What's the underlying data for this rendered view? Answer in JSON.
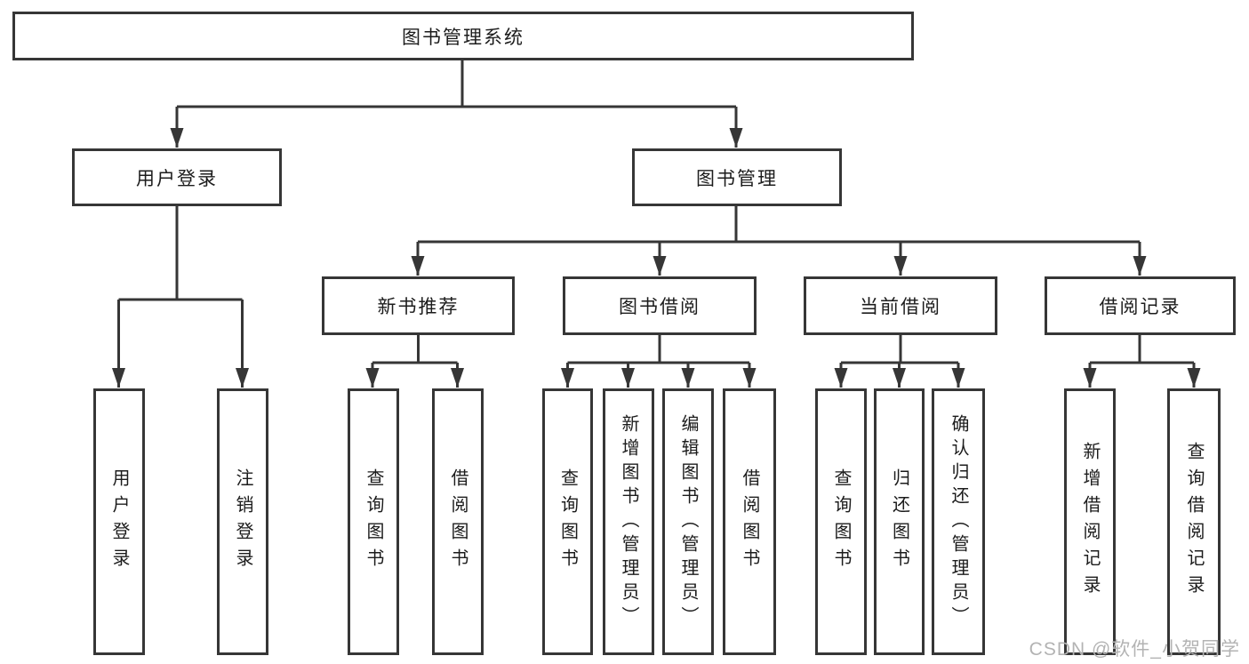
{
  "tree": {
    "root": {
      "label": "图书管理系统"
    },
    "branches": [
      {
        "label": "用户登录",
        "children": [
          {
            "label": "用户登录"
          },
          {
            "label": "注销登录"
          }
        ]
      },
      {
        "label": "图书管理",
        "children": [
          {
            "label": "新书推荐",
            "children": [
              {
                "label": "查询图书"
              },
              {
                "label": "借阅图书"
              }
            ]
          },
          {
            "label": "图书借阅",
            "children": [
              {
                "label": "查询图书"
              },
              {
                "label": "新增图书（管理员）"
              },
              {
                "label": "编辑图书（管理员）"
              },
              {
                "label": "借阅图书"
              }
            ]
          },
          {
            "label": "当前借阅",
            "children": [
              {
                "label": "查询图书"
              },
              {
                "label": "归还图书"
              },
              {
                "label": "确认归还（管理员）"
              }
            ]
          },
          {
            "label": "借阅记录",
            "children": [
              {
                "label": "新增借阅记录"
              },
              {
                "label": "查询借阅记录"
              }
            ]
          }
        ]
      }
    ]
  },
  "watermark": {
    "text": "CSDN @软件_小贺同学"
  },
  "colors": {
    "line": "#363636",
    "border": "#363636",
    "text": "#1c1c1c",
    "watermark": "#b3b3b3",
    "background": "#ffffff"
  }
}
